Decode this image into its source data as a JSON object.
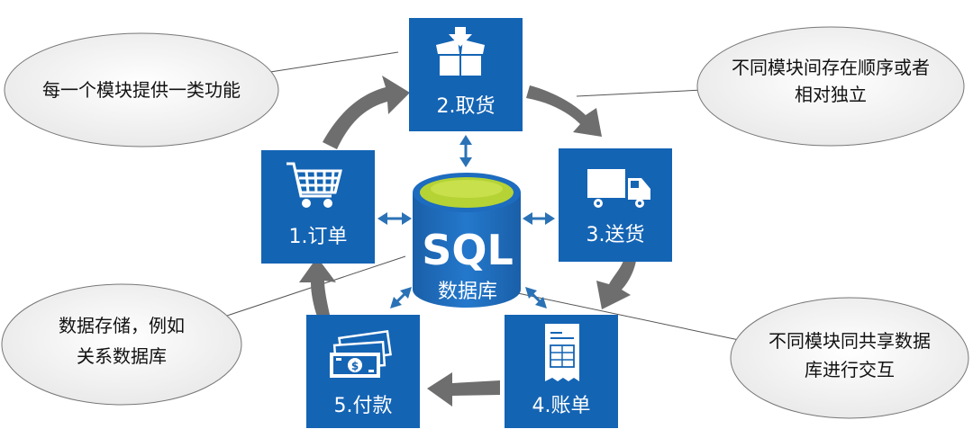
{
  "modules": {
    "order": {
      "label": "1.订单"
    },
    "pickup": {
      "label": "2.取货"
    },
    "delivery": {
      "label": "3.送货"
    },
    "bill": {
      "label": "4.账单"
    },
    "payment": {
      "label": "5.付款"
    }
  },
  "database": {
    "title": "SQL",
    "subtitle": "数据库"
  },
  "callouts": {
    "top_left": {
      "lines": [
        "每一个模块提供一类功能"
      ]
    },
    "top_right": {
      "lines": [
        "不同模块间存在顺序或者",
        "相对独立"
      ]
    },
    "bottom_left": {
      "lines": [
        "数据存储，例如",
        "关系数据库"
      ]
    },
    "bottom_right": {
      "lines": [
        "不同模块同共享数据",
        "库进行交互"
      ]
    }
  },
  "colors": {
    "module_blue": "#1464b4",
    "db_blue": "#1e6fc4",
    "db_top": "#b5d334",
    "flow_arrow": "#6e6e6e",
    "link_arrow": "#2a72b5",
    "callout_fill": "#f1f1f1"
  },
  "icons": {
    "order": "shopping-cart-icon",
    "pickup": "package-box-icon",
    "delivery": "delivery-truck-icon",
    "bill": "invoice-icon",
    "payment": "money-bills-icon"
  }
}
